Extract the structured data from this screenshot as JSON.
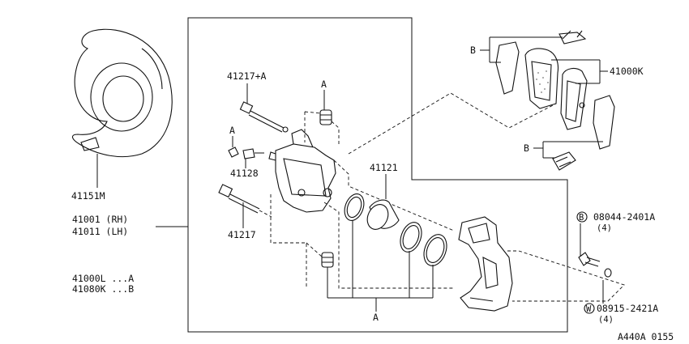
{
  "labels": {
    "shield": "41151M",
    "caliper_rh": "41001 (RH)",
    "caliper_lh": "41011 (LH)",
    "kit_a": "41000L  ...A",
    "kit_b": "41080K  ...B",
    "pin_upper": "41217+A",
    "pin_lower": "41217",
    "bleeder": "41128",
    "piston": "41121",
    "pad_kit": "41000K",
    "bolt": "08044-2401A",
    "bolt_qty": "(4)",
    "washer": "08915-2421A",
    "washer_qty": "(4)",
    "ref_a_bottom": "A",
    "ref_a_top": "A",
    "ref_a_left": "A",
    "ref_b_top": "B",
    "ref_b_bottom": "B",
    "bolt_mark": "B",
    "washer_mark": "W",
    "diagram_code": "A440A 0155"
  }
}
